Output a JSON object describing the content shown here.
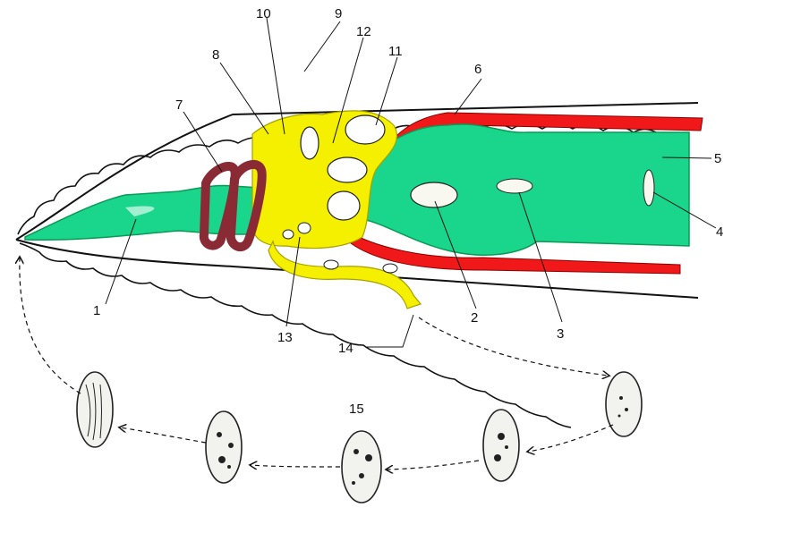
{
  "labels": {
    "l1": "1",
    "l2": "2",
    "l3": "3",
    "l4": "4",
    "l5": "5",
    "l6": "6",
    "l7": "7",
    "l8": "8",
    "l9": "9",
    "l10": "10",
    "l11": "11",
    "l12": "12",
    "l13": "13",
    "l14": "14",
    "l15": "15"
  },
  "colors": {
    "intestine": "#19d68c",
    "intestine_edge": "#0a9a55",
    "muscle": "#f01818",
    "reproductive": "#f4f000",
    "ring": "#8a2a34",
    "body_outline": "#111111"
  }
}
